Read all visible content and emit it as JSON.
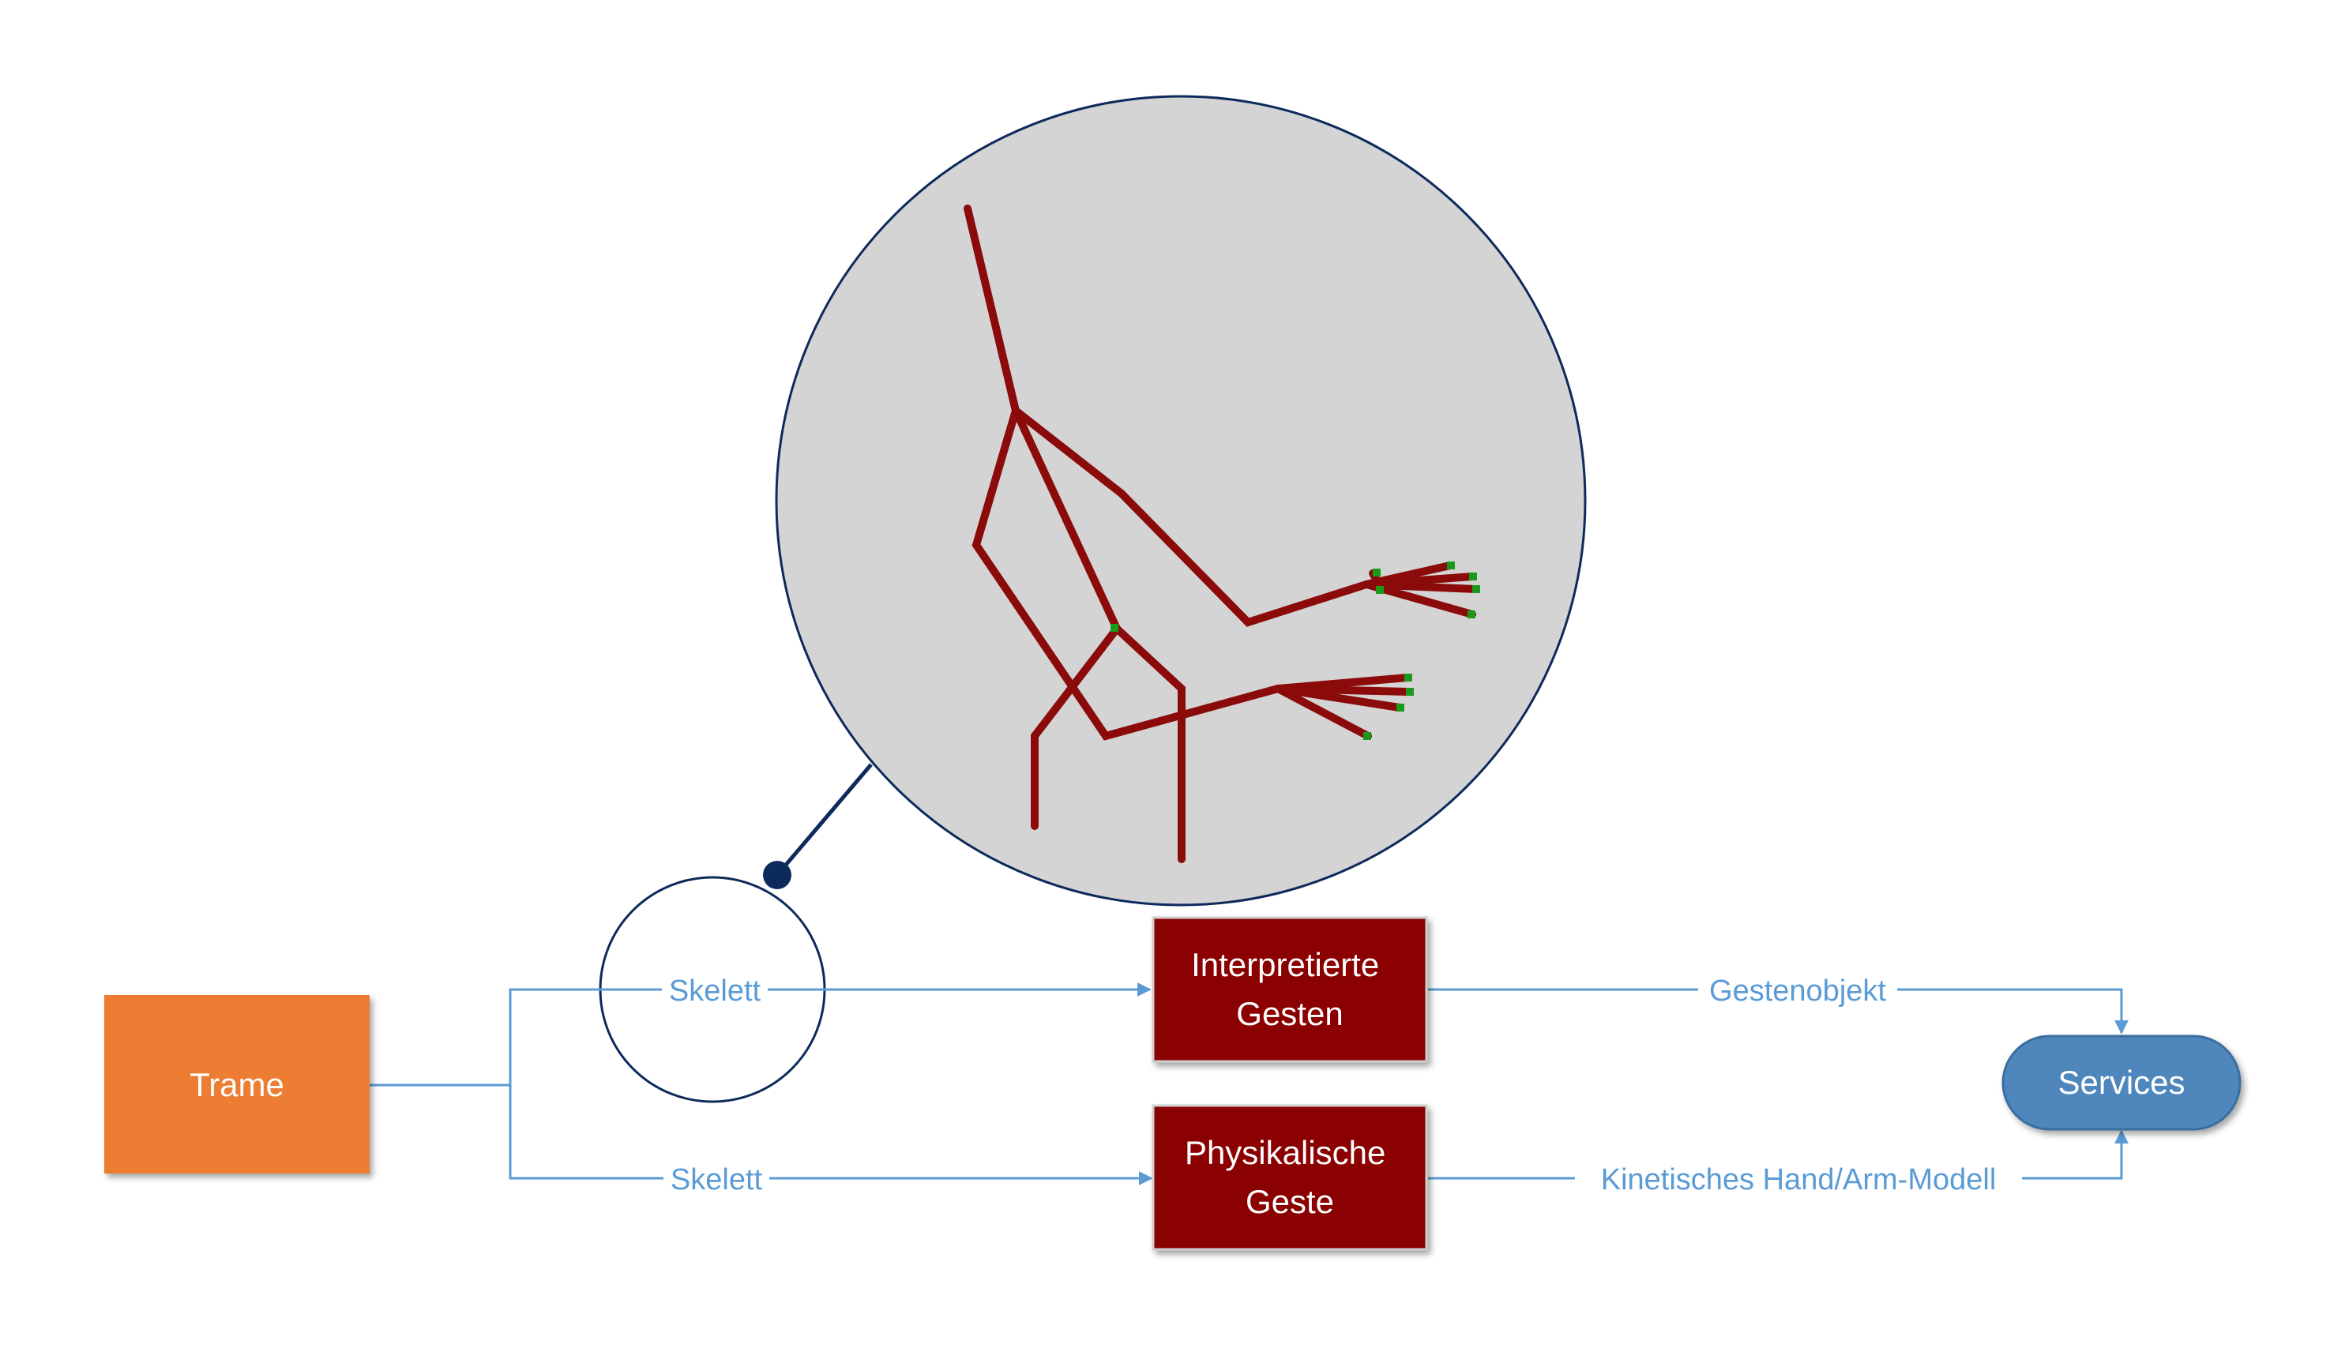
{
  "nodes": {
    "source": "Trame",
    "interpreted": [
      "Interpretierte",
      "Gesten"
    ],
    "physical": [
      "Physikalische",
      "Geste"
    ],
    "target": "Services"
  },
  "edges": {
    "skeleton_top": "Skelett",
    "skeleton_bottom": "Skelett",
    "gesture_object": "Gestenobjekt",
    "kinetic_model": "Kinetisches Hand/Arm-Modell"
  },
  "colors": {
    "source_fill": "#ed7d31",
    "gesture_fill": "#8b0000",
    "services_fill": "#4f87bd",
    "connector": "#5b9bd5",
    "zoom_outline": "#0d2a5c",
    "zoom_fill": "#d4d4d4",
    "skeleton_bone": "#8b0a0a",
    "skeleton_joint": "#1a9a1a"
  },
  "icons": {
    "zoom": "magnifier-callout",
    "skeleton": "hand-arm-skeleton"
  }
}
